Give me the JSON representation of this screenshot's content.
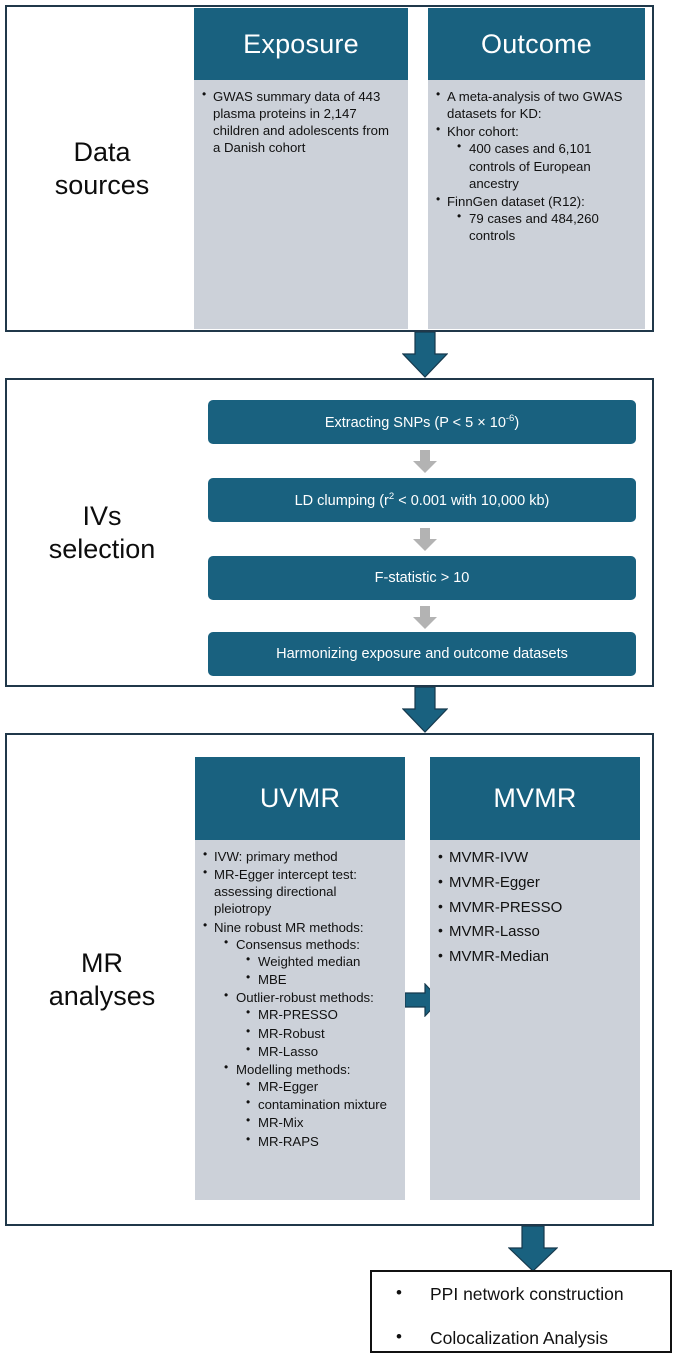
{
  "figure": {
    "type": "flowchart",
    "title": "Mendelian randomization study workflow",
    "accent_color": "#19617f",
    "panel_body_color": "#ccd1d9",
    "border_color": "#20384a",
    "small_arrow_color": "#b3b3b3"
  },
  "sections": [
    {
      "id": "data-sources",
      "label": "Data\nsources",
      "columns": [
        {
          "id": "exposure",
          "header": "Exposure",
          "items": [
            {
              "text": "GWAS summary data of 443 plasma proteins in 2,147 children and adolescents from a Danish cohort",
              "children": []
            }
          ]
        },
        {
          "id": "outcome",
          "header": "Outcome",
          "items": [
            {
              "text": "A meta-analysis of two GWAS datasets for KD:",
              "children": []
            },
            {
              "text": "Khor cohort:",
              "children": [
                {
                  "text": "400 cases and 6,101 controls of European ancestry"
                }
              ]
            },
            {
              "text": "FinnGen dataset (R12):",
              "children": [
                {
                  "text": "79 cases and 484,260 controls"
                }
              ]
            }
          ]
        }
      ]
    },
    {
      "id": "ivs-selection",
      "label": "IVs\nselection",
      "steps": [
        {
          "id": "step-extract-snps",
          "text_pre": "Extracting SNPs (P < 5 × 10",
          "sup": "-6",
          "text_post": ")"
        },
        {
          "id": "step-ld-clumping",
          "text_pre": "LD clumping (r",
          "sup": "2",
          "text_post": " < 0.001 with 10,000 kb)"
        },
        {
          "id": "step-f-statistic",
          "text_pre": "F-statistic > 10",
          "sup": "",
          "text_post": ""
        },
        {
          "id": "step-harmonizing",
          "text_pre": "Harmonizing exposure and outcome datasets",
          "sup": "",
          "text_post": ""
        }
      ]
    },
    {
      "id": "mr-analyses",
      "label": "MR\nanalyses",
      "columns": [
        {
          "id": "uvmr",
          "header": "UVMR",
          "items": [
            {
              "text": "IVW: primary  method",
              "children": []
            },
            {
              "text": "MR-Egger intercept test: assessing directional pleiotropy",
              "children": []
            },
            {
              "text": "Nine robust MR methods:",
              "children": [
                {
                  "text": "Consensus methods:",
                  "children": [
                    {
                      "text": "Weighted median"
                    },
                    {
                      "text": "MBE"
                    }
                  ]
                },
                {
                  "text": "Outlier-robust methods:",
                  "children": [
                    {
                      "text": "MR-PRESSO"
                    },
                    {
                      "text": "MR-Robust"
                    },
                    {
                      "text": "MR-Lasso"
                    }
                  ]
                },
                {
                  "text": "Modelling methods:",
                  "children": [
                    {
                      "text": "MR-Egger"
                    },
                    {
                      "text": "contamination mixture"
                    },
                    {
                      "text": "MR-Mix"
                    },
                    {
                      "text": "MR-RAPS"
                    }
                  ]
                }
              ]
            }
          ]
        },
        {
          "id": "mvmr",
          "header": "MVMR",
          "items": [
            {
              "text": "MVMR-IVW",
              "children": []
            },
            {
              "text": "MVMR-Egger",
              "children": []
            },
            {
              "text": "MVMR-PRESSO",
              "children": []
            },
            {
              "text": "MVMR-Lasso",
              "children": []
            },
            {
              "text": "MVMR-Median",
              "children": []
            }
          ]
        }
      ]
    }
  ],
  "final": {
    "id": "downstream-analyses",
    "items": [
      "PPI network construction",
      "Colocalization Analysis"
    ]
  }
}
